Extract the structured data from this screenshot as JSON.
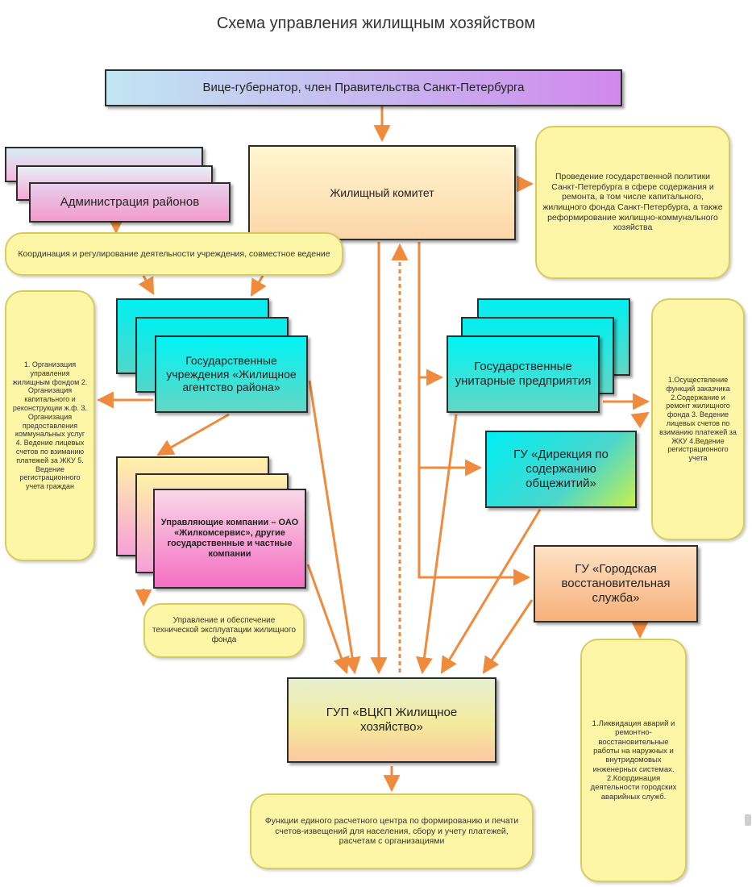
{
  "title": "Схема управления жилищным хозяйством",
  "colors": {
    "arrow": "#f08a3c",
    "note_fill": "#fdf6a6",
    "note_border": "#d8cc60"
  },
  "nodes": {
    "vice_governor": "Вице-губернатор, член Правительства Санкт-Петербурга",
    "housing_committee": "Жилищный комитет",
    "district_admin": "Администрация районов",
    "state_institutions": "Государственные учреждения «Жилищное агентство района»",
    "state_enterprises": "Государственные унитарные предприятия",
    "dormitory_directorate": "ГУ «Дирекция по содержанию общежитий»",
    "management_companies": "Управляющие компании – ОАО «Жилкомсервис», другие государственные и частные компании",
    "recovery_service": "ГУ «Городская восстановительная служба»",
    "vcip": "ГУП «ВЦКП Жилищное хозяйство»"
  },
  "notes": {
    "committee_policy": "Проведение государственной политики Санкт-Петербурга в сфере содержания и ремонта, в том числе капитального, жилищного фонда Санкт-Петербурга, а также реформирование жилищно-коммунального хозяйства",
    "coordination": "Координация и регулирование деятельности учреждения, совместное ведение",
    "agency_functions": "1. Организация управления жилищным фондом 2. Организация капитального и реконструкции ж.ф. 3. Организация предоставления коммунальных услуг 4. Ведение лицевых счетов по взиманию платежей за ЖКУ 5. Ведение регистрационного учета граждан",
    "enterprise_functions": "1.Осуществление функций заказчика 2.Содержание и ремонт жилищного фонда 3. Ведение лицевых счетов по взиманию платежей за ЖКУ 4.Ведение регистрационного учета",
    "management_functions": "Управление и обеспечение технической эксплуатации жилищного фонда",
    "vcip_functions": "Функции единого расчетного центра по формированию и печати счетов-извещений для населения, сбору и учету платежей, расчетам с организациями",
    "recovery_functions": "1.Ликвидация аварий и ремонтно-восстановительные работы на наружных и внутридомовых инженерных системах. 2.Координация деятельности городских аварийных служб."
  }
}
